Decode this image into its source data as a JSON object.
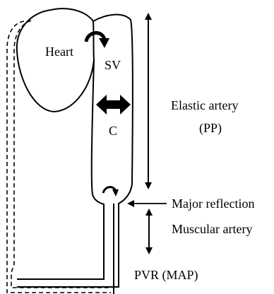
{
  "diagram": {
    "labels": {
      "heart": "Heart",
      "sv": "SV",
      "c": "C",
      "elastic_artery": "Elastic artery",
      "pp": "(PP)",
      "major_reflection": "Major reflection",
      "muscular_artery": "Muscular artery",
      "pvr_map": "PVR (MAP)"
    },
    "colors": {
      "stroke": "#000000",
      "background": "#ffffff"
    }
  }
}
